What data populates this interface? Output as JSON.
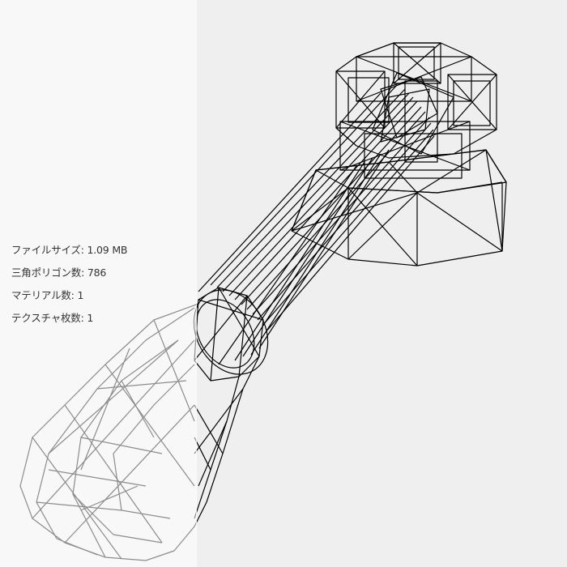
{
  "viewer": {
    "background": "#efefef",
    "wire_color": "#000000",
    "model": "wireframe-3d-model"
  },
  "panel": {
    "stats": [
      {
        "label": "ファイルサイズ",
        "value": "1.09 MB",
        "text": "ファイルサイズ: 1.09 MB"
      },
      {
        "label": "三角ポリゴン数",
        "value": "786",
        "text": "三角ポリゴン数: 786"
      },
      {
        "label": "マテリアル数",
        "value": "1",
        "text": "マテリアル数: 1"
      },
      {
        "label": "テクスチャ枚数",
        "value": "1",
        "text": "テクスチャ枚数: 1"
      }
    ]
  }
}
